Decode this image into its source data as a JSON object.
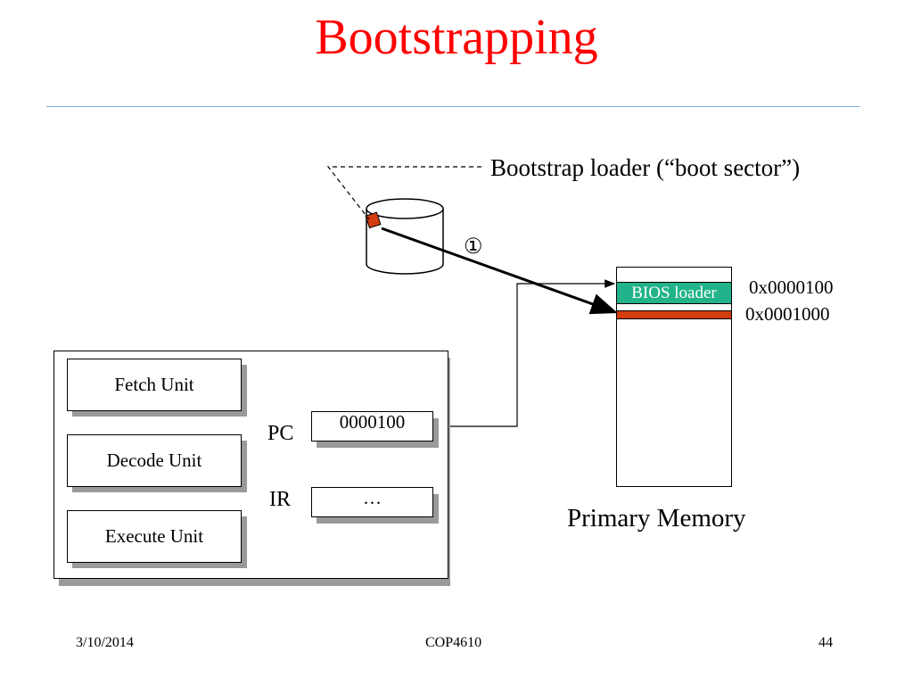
{
  "slide": {
    "title": "Bootstrapping",
    "callout": "Bootstrap loader (“boot sector”)",
    "step_marker": "①",
    "title_color": "#ff0000",
    "rule_color": "#7aa7dd"
  },
  "cpu": {
    "units": [
      "Fetch Unit",
      "Decode Unit",
      "Execute Unit"
    ],
    "pc_label": "PC",
    "pc_value": "0000100",
    "ir_label": "IR",
    "ir_value": "…"
  },
  "memory": {
    "label": "Primary Memory",
    "bios_label": "BIOS loader",
    "bios_color": "#22b38a",
    "boot_block_color": "#d33d10",
    "addr_bios": "0x0000100",
    "addr_boot": "0x0001000"
  },
  "footer": {
    "date": "3/10/2014",
    "course": "COP4610",
    "page": "44"
  }
}
